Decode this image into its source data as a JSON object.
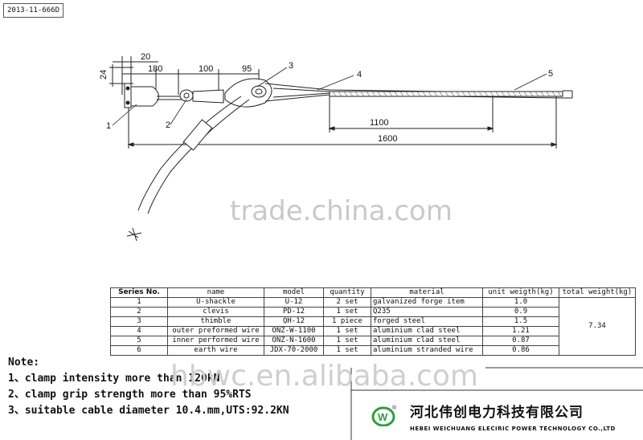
{
  "document_no": "2013-11-666D",
  "dimensions": {
    "d20": "20",
    "d24": "24",
    "d180": "180",
    "d100": "100",
    "d95": "95",
    "d1100": "1100",
    "d1600": "1600"
  },
  "callouts": [
    "1",
    "2",
    "3",
    "4",
    "5"
  ],
  "watermarks": {
    "center": "trade.china.com",
    "bottom": "hbwc.en.alibaba.com"
  },
  "bom": {
    "headers": [
      "Series No.",
      "name",
      "model",
      "quantity",
      "material",
      "unit weigth(kg)",
      "total weight(kg)"
    ],
    "rows": [
      [
        "1",
        "U-shackle",
        "U-12",
        "2 set",
        "galvanized forge item",
        "1.0"
      ],
      [
        "2",
        "clevis",
        "PD-12",
        "1 set",
        "Q235",
        "0.9"
      ],
      [
        "3",
        "thimble",
        "QH-12",
        "1 piece",
        "forged steel",
        "1.5"
      ],
      [
        "4",
        "outer preformed wire",
        "ONZ-W-1100",
        "1 set",
        "aluminium clad steel",
        "1.21"
      ],
      [
        "5",
        "inner performed wire",
        "ONZ-N-1600",
        "1 set",
        "aluminium clad steel",
        "0.87"
      ],
      [
        "6",
        "earth wire",
        "JDX-70-2000",
        "1 set",
        "aluminium stranded wire",
        "0.86"
      ]
    ],
    "total_weight": "7.34"
  },
  "notes": {
    "title": "Note:",
    "items": [
      "1、clamp intensity more than 120kN",
      "2、clamp grip strength more than 95%RTS",
      "3、suitable cable diameter 10.4.mm,UTS:92.2KN"
    ]
  },
  "company": {
    "name_cn": "河北伟创电力科技有限公司",
    "name_en": "HEBEI WEICHUANG ELECIRIC  POWER TECHNOLOGY CO.,LTD",
    "logo_letter": "W",
    "logo_mark": "®",
    "logo_color": "#2e9e3e"
  }
}
